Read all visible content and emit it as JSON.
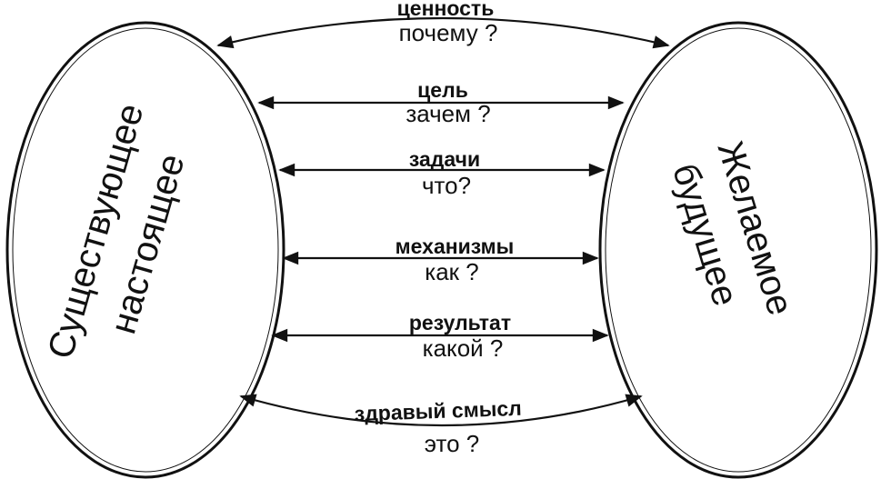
{
  "left_ellipse": {
    "line1": "Существующее",
    "line2": "настоящее"
  },
  "right_ellipse": {
    "line1": "Желаемое",
    "line2": "будущее"
  },
  "relations": [
    {
      "term": "ценность",
      "question": "почему ?"
    },
    {
      "term": "цель",
      "question": "зачем ?"
    },
    {
      "term": "задачи",
      "question": "что?"
    },
    {
      "term": "механизмы",
      "question": "как ?"
    },
    {
      "term": "результат",
      "question": "какой ?"
    },
    {
      "term": "здравый смысл",
      "question": "это ?"
    }
  ],
  "colors": {
    "stroke": "#111111",
    "background": "#ffffff"
  }
}
